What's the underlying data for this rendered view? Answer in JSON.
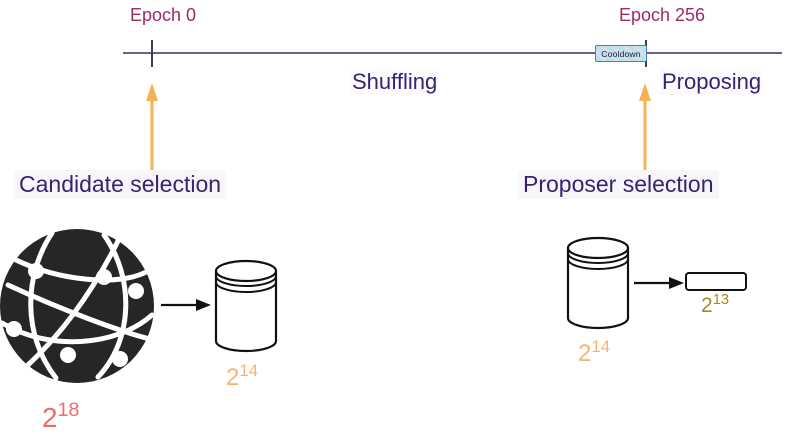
{
  "timeline": {
    "epoch_start": "Epoch 0",
    "epoch_end": "Epoch 256",
    "cooldown_badge": "Cooldown",
    "phases": {
      "shuffling": "Shuffling",
      "proposing": "Proposing"
    }
  },
  "annotations": {
    "candidate_selection": "Candidate selection",
    "proposer_selection": "Proposer selection"
  },
  "figures": {
    "network_size": {
      "base": "2",
      "exp": "18"
    },
    "candidate_set": {
      "base": "2",
      "exp": "14"
    },
    "shuffled_set": {
      "base": "2",
      "exp": "14"
    },
    "proposer_set": {
      "base": "2",
      "exp": "13"
    }
  },
  "icons": {
    "network_globe": "network-globe-icon",
    "candidate_database": "database-cylinder-icon",
    "shuffled_database": "database-cylinder-icon",
    "proposer_slot": "slot-rectangle-icon",
    "selection_arrow": "up-arrow-icon",
    "flow_arrow": "right-arrow-icon"
  },
  "colors": {
    "epoch_label": "#9e2a63",
    "phase_label": "#3a2270",
    "timeline_line": "#6b6384",
    "tick": "#3f3a5a",
    "selection_arrow": "#f6b153",
    "cooldown_fill": "#b7e3ea",
    "cooldown_stripe": "#e3d9e8",
    "cooldown_border": "#4a7ebb",
    "network_size": "#ef6a6b",
    "set_size": "#f9b26c",
    "proposer_size": "#a8891f",
    "globe_fill": "#262626",
    "outline": "#111111"
  }
}
